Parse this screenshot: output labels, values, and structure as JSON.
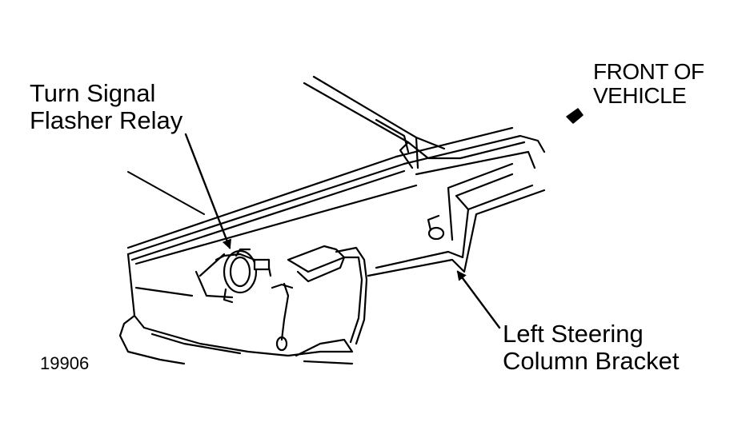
{
  "labels": {
    "relay": "Turn Signal\nFlasher Relay",
    "front": "FRONT OF\nVEHICLE",
    "bracket": "Left Steering\nColumn Bracket",
    "figure_number": "19906"
  },
  "colors": {
    "ink": "#000000",
    "background": "#ffffff"
  }
}
